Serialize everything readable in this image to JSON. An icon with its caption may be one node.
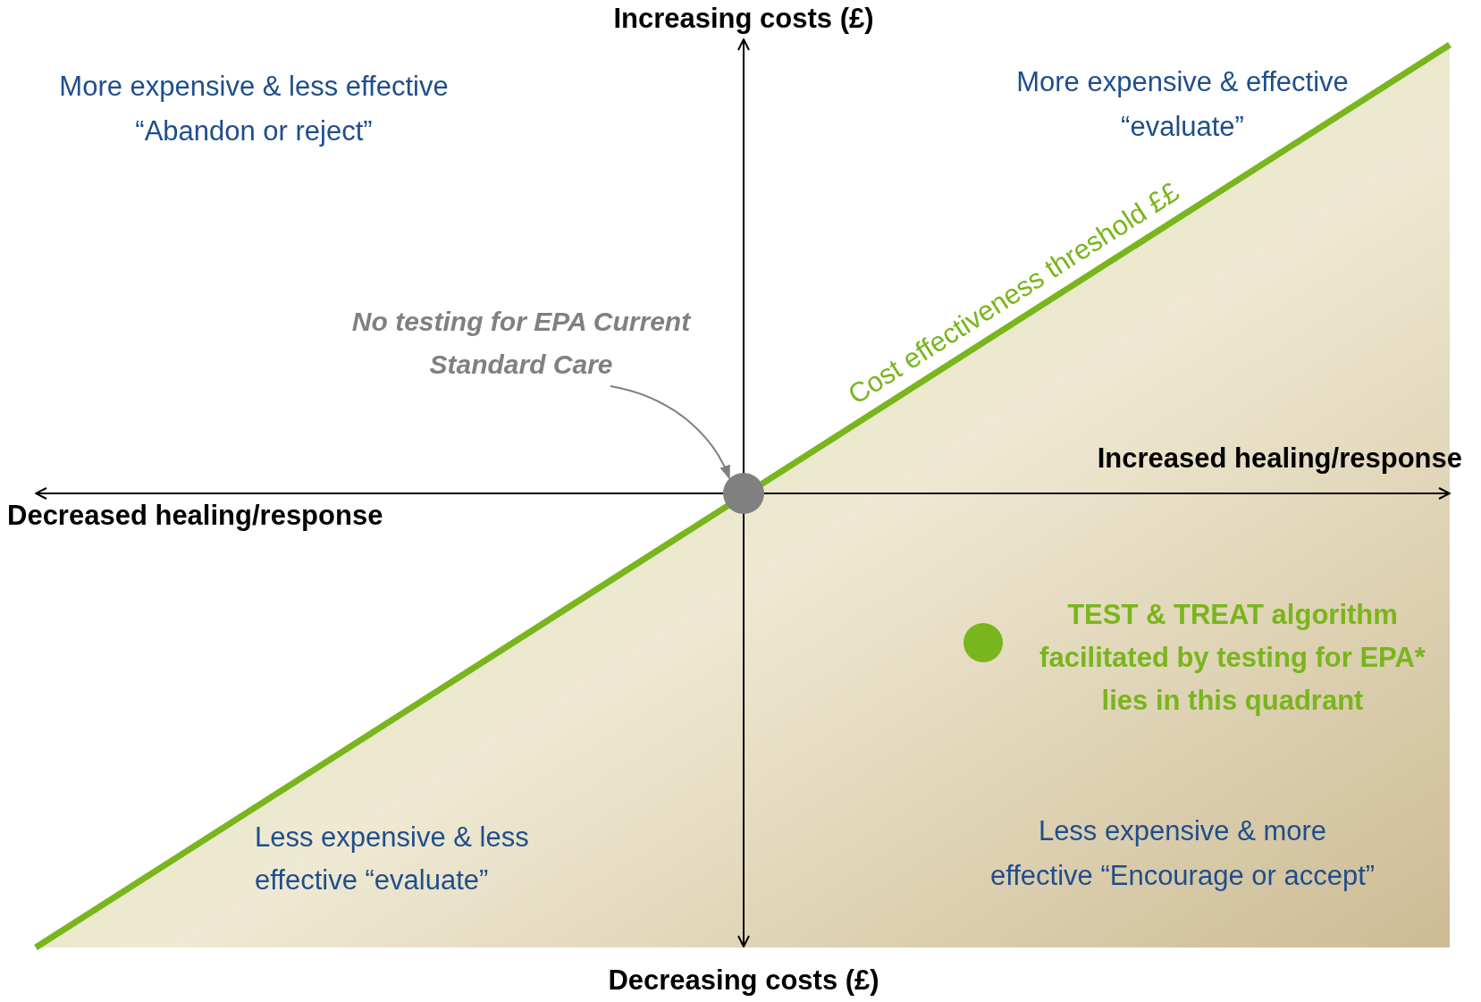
{
  "diagram": {
    "nodes": [
      {
        "text": [
          "No testing for EPA Current Standard Care"
        ]
      },
      {
        "text": [],
        "shape": "circle"
      }
    ],
    "edges": [
      {
        "from": 0,
        "to": 1,
        "arrow": "to"
      }
    ],
    "labels": [
      "Increasing costs (£)",
      "More expensive & less effective",
      "“Abandon or reject”",
      "More expensive & effective",
      "“evaluate”",
      "Cost effectiveness threshold ££",
      "Increased healing/response",
      "Decreased healing/response",
      "TEST & TREAT algorithm facilitated by testing for EPA* lies in this quadrant",
      "Less expensive & less",
      "effective “evaluate”",
      "Less expensive & more",
      "effective “Encourage or accept”",
      "Decreasing costs (£)"
    ]
  }
}
